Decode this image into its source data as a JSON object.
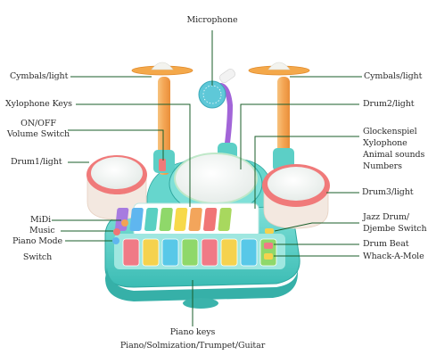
{
  "labels": {
    "microphone": "Microphone",
    "cymbals_left": "Cymbals/light",
    "cymbals_right": "Cymbals/light",
    "xylophone_keys": "Xylophone Keys",
    "drum2": "Drum2/light",
    "onoff_1": "ON/OFF",
    "onoff_2": "Volume Switch",
    "glock_1": "Glockenspiel",
    "glock_2": "Xylophone",
    "glock_3": "Animal sounds",
    "glock_4": "Numbers",
    "drum1": "Drum1/light",
    "drum3": "Drum3/light",
    "midi": "MiDi",
    "jazz_1": "Jazz Drum/",
    "jazz_2": "Djembe Switch",
    "music": "Music",
    "piano_mode_1": "Piano Mode",
    "piano_mode_2": "Switch",
    "drum_beat": "Drum Beat",
    "whack": "Whack-A-Mole",
    "piano_keys_1": "Piano keys",
    "piano_keys_2": "Piano/Solmization/Trumpet/Guitar"
  },
  "colors": {
    "leader": "#1a5e2a",
    "base_teal": "#4fcfc6",
    "drum_rim": "#f07a7a",
    "drum_head": "#f8f8f6",
    "stand_orange": "#f2a35a",
    "mic_blue": "#5ec8d8",
    "cymbal": "#f4a84a"
  },
  "xylophone_key_colors": [
    "#a77be0",
    "#5fb6ef",
    "#59d0c2",
    "#8fd86a",
    "#f7d94a",
    "#f3a55b",
    "#f07575",
    "#a8d85e"
  ],
  "piano_key_colors": [
    "#f07a86",
    "#f5d24e",
    "#58c8e8",
    "#8fd86a",
    "#f07a86",
    "#f5d24e",
    "#58c8e8",
    "#8fd86a"
  ]
}
